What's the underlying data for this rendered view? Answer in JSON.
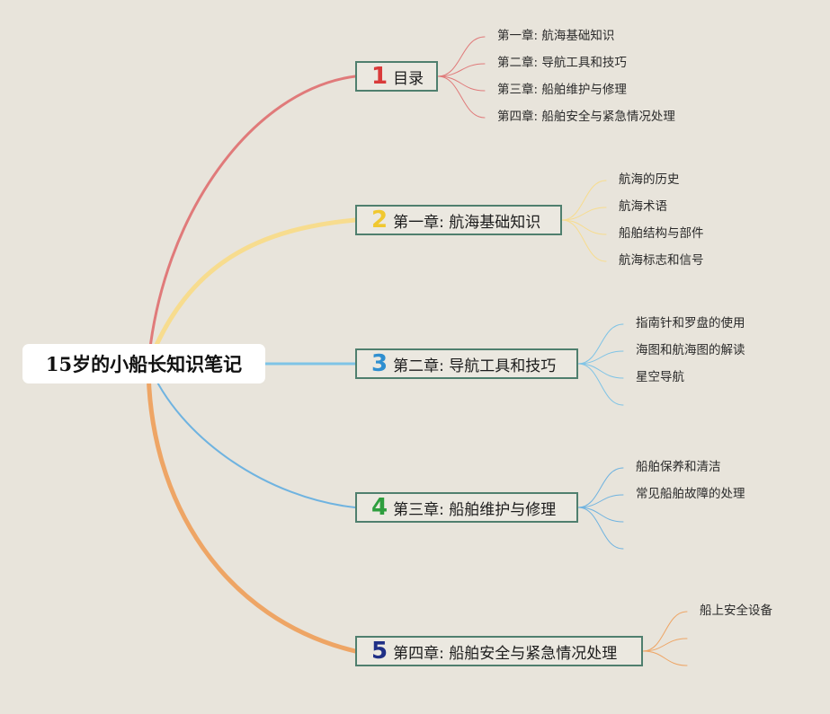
{
  "root": {
    "title": "15岁的小船长知识笔记"
  },
  "branches": [
    {
      "number": "1",
      "label": "目录",
      "color": "#e07a7a",
      "numColor": "#d93a3a",
      "leaves": [
        "第一章: 航海基础知识",
        "第二章: 导航工具和技巧",
        "第三章: 船舶维护与修理",
        "第四章: 船舶安全与紧急情况处理"
      ]
    },
    {
      "number": "2",
      "label": "第一章: 航海基础知识",
      "color": "#f7dc8e",
      "numColor": "#f0c830",
      "leaves": [
        "航海的历史",
        "航海术语",
        "船舶结构与部件",
        "航海标志和信号"
      ]
    },
    {
      "number": "3",
      "label": "第二章: 导航工具和技巧",
      "color": "#7ec3e6",
      "numColor": "#2f8fd0",
      "leaves": [
        "指南针和罗盘的使用",
        "海图和航海图的解读",
        "星空导航",
        ""
      ]
    },
    {
      "number": "4",
      "label": "第三章: 船舶维护与修理",
      "color": "#6fb3e0",
      "numColor": "#2e9e3e",
      "leaves": [
        "船舶保养和清洁",
        "常见船舶故障的处理",
        "",
        ""
      ]
    },
    {
      "number": "5",
      "label": "第四章: 船舶安全与紧急情况处理",
      "color": "#eea565",
      "numColor": "#1f2f86",
      "leaves": [
        "船上安全设备",
        "",
        ""
      ]
    }
  ]
}
